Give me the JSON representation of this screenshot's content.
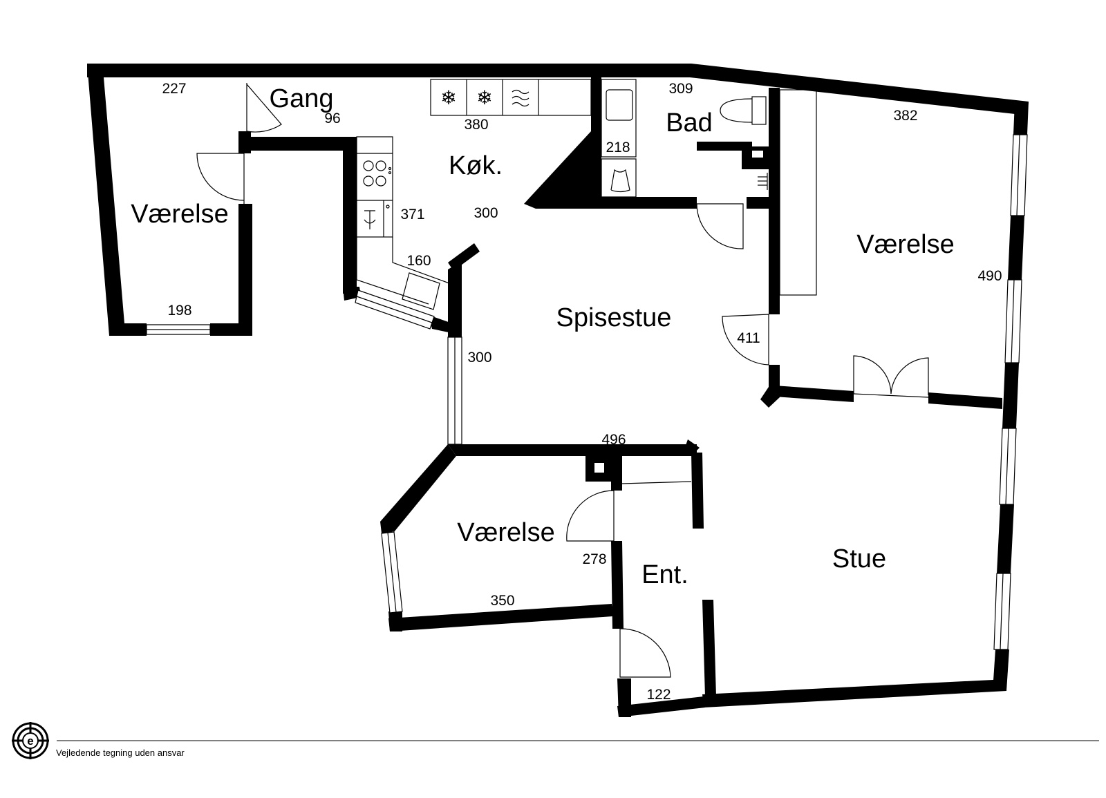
{
  "rooms": {
    "vaerelse_nw": "Værelse",
    "gang": "Gang",
    "kokken": "Køk.",
    "bad": "Bad",
    "vaerelse_ne": "Værelse",
    "spisestue": "Spisestue",
    "vaerelse_s": "Værelse",
    "entre": "Ent.",
    "stue": "Stue"
  },
  "dimensions": {
    "d227": "227",
    "d96": "96",
    "d380": "380",
    "d309": "309",
    "d382": "382",
    "d218": "218",
    "d371": "371",
    "d300_kitchen": "300",
    "d160": "160",
    "d198": "198",
    "d490": "490",
    "d411": "411",
    "d300_dining": "300",
    "d496": "496",
    "d278": "278",
    "d350": "350",
    "d122": "122"
  },
  "footer": {
    "disclaimer": "Vejledende tegning uden ansvar",
    "logo_letter": "e"
  }
}
